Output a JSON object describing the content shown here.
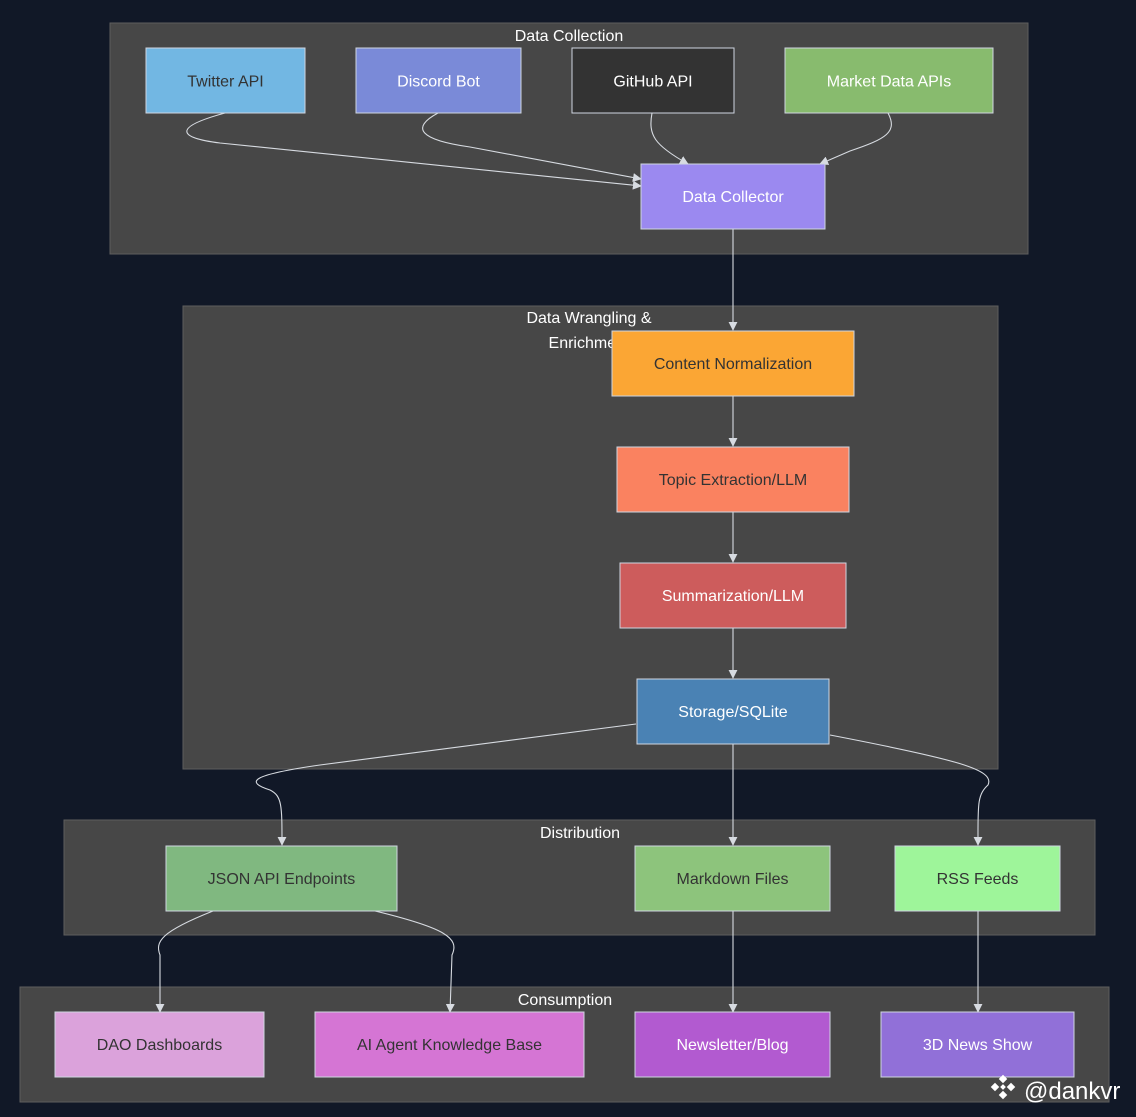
{
  "clusters": {
    "collection": "Data Collection",
    "wrangling_line1": "Data Wrangling &",
    "wrangling_line2": "Enrichment",
    "distribution": "Distribution",
    "consumption": "Consumption"
  },
  "nodes": {
    "twitter": "Twitter API",
    "discord": "Discord Bot",
    "github": "GitHub API",
    "market": "Market Data APIs",
    "collector": "Data Collector",
    "normalization": "Content Normalization",
    "topic": "Topic Extraction/LLM",
    "summarization": "Summarization/LLM",
    "storage": "Storage/SQLite",
    "json_api": "JSON API Endpoints",
    "markdown": "Markdown Files",
    "rss": "RSS Feeds",
    "dao": "DAO Dashboards",
    "ai_kb": "AI Agent Knowledge Base",
    "newsletter": "Newsletter/Blog",
    "news_show": "3D News Show"
  },
  "colors": {
    "twitter": "#72b7e3",
    "discord": "#7a8ad8",
    "github": "#333333",
    "market": "#88bb6e",
    "collector": "#9b89f0",
    "normalization": "#fba634",
    "topic": "#fa8260",
    "summarization": "#cd5c5c",
    "storage": "#4a82b4",
    "json_api": "#80b880",
    "markdown": "#8dc47c",
    "rss": "#9ef59a",
    "dao": "#dba2db",
    "ai_kb": "#d575d4",
    "newsletter": "#b25ad0",
    "news_show": "#9170d8"
  },
  "watermark": {
    "icon": "binance-logo-icon",
    "text": "@dankvr"
  }
}
